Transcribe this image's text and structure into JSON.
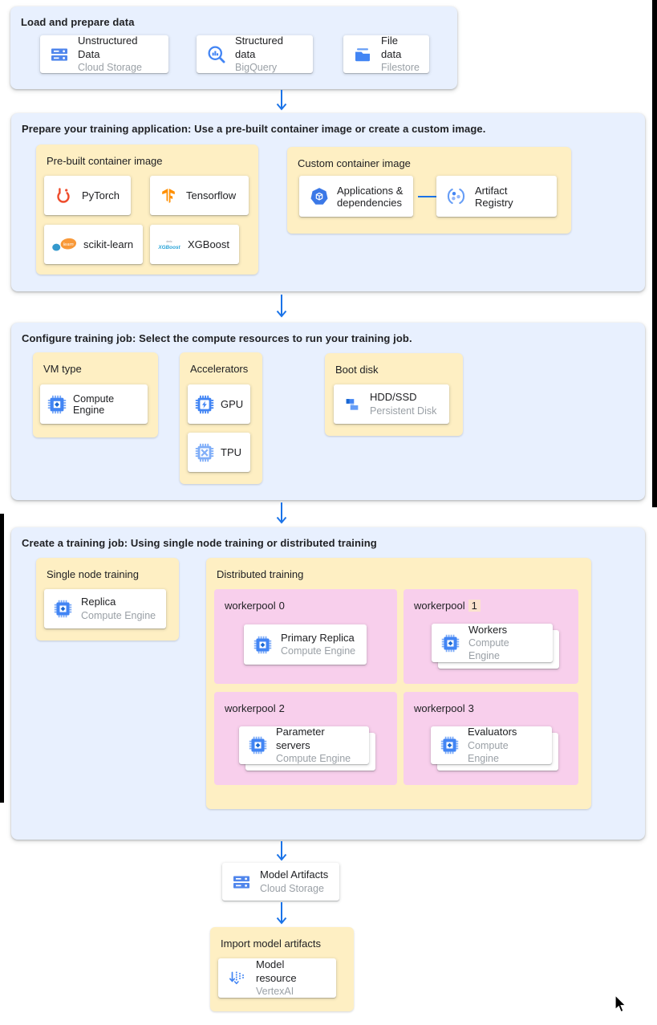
{
  "colors": {
    "section_bg": "#e8f0fe",
    "group_bg": "#feefc3",
    "pool_bg": "#f8cfec",
    "card_bg": "#ffffff",
    "arrow": "#1a73e8",
    "title_text": "#202124",
    "subtitle_text": "#9aa0a6",
    "icon_blue": "#4285f4",
    "icon_blue_dark": "#1967d2",
    "icon_blue_light": "#80aef8",
    "pytorch_orange": "#ee4c2c",
    "tensorflow_orange": "#ff8f00",
    "sklearn_blue": "#3499cd",
    "sklearn_orange": "#f89939",
    "xgboost_blue": "#2aa4d8",
    "number_highlight": "#fbe3cd"
  },
  "load": {
    "title": "Load and prepare data",
    "cards": [
      {
        "title": "Unstructured Data",
        "subtitle": "Cloud Storage",
        "icon": "cloud-storage-icon"
      },
      {
        "title": "Structured data",
        "subtitle": "BigQuery",
        "icon": "bigquery-icon"
      },
      {
        "title": "File data",
        "subtitle": "Filestore",
        "icon": "filestore-icon"
      }
    ]
  },
  "prepare": {
    "title": "Prepare your training application: Use a pre-built container image or create a custom image.",
    "prebuilt": {
      "label": "Pre-built container image",
      "cards": [
        {
          "title": "PyTorch",
          "icon": "pytorch-icon"
        },
        {
          "title": "Tensorflow",
          "icon": "tensorflow-icon"
        },
        {
          "title": "scikit-learn",
          "icon": "scikit-learn-icon"
        },
        {
          "title": "XGBoost",
          "icon": "xgboost-icon"
        }
      ]
    },
    "custom": {
      "label": "Custom container image",
      "source": {
        "title": "Applications & dependencies",
        "icon": "applications-dependencies-icon"
      },
      "target": {
        "title": "Artifact Registry",
        "icon": "artifact-registry-icon"
      }
    }
  },
  "configure": {
    "title": "Configure training job: Select the compute resources to run your training job.",
    "vm": {
      "label": "VM type",
      "card": {
        "title": "Compute Engine",
        "icon": "compute-engine-icon"
      }
    },
    "accelerators": {
      "label": "Accelerators",
      "cards": [
        {
          "title": "GPU",
          "icon": "gpu-icon"
        },
        {
          "title": "TPU",
          "icon": "tpu-icon"
        }
      ]
    },
    "boot": {
      "label": "Boot disk",
      "card": {
        "title": "HDD/SSD",
        "subtitle": "Persistent Disk",
        "icon": "persistent-disk-icon"
      }
    }
  },
  "create": {
    "title": "Create a training job: Using single node training or distributed training",
    "single": {
      "label": "Single node training",
      "card": {
        "title": "Replica",
        "subtitle": "Compute Engine",
        "icon": "compute-engine-icon"
      }
    },
    "distributed": {
      "label": "Distributed training",
      "pools": [
        {
          "label": "workerpool",
          "number": "0",
          "card": {
            "title": "Primary Replica",
            "subtitle": "Compute Engine",
            "icon": "compute-engine-icon"
          }
        },
        {
          "label": "workerpool",
          "number": "1",
          "card": {
            "title": "Workers",
            "subtitle": "Compute Engine",
            "icon": "compute-engine-icon"
          }
        },
        {
          "label": "workerpool",
          "number": "2",
          "card": {
            "title": "Parameter servers",
            "subtitle": "Compute Engine",
            "icon": "compute-engine-icon"
          }
        },
        {
          "label": "workerpool",
          "number": "3",
          "card": {
            "title": "Evaluators",
            "subtitle": "Compute Engine",
            "icon": "compute-engine-icon"
          }
        }
      ]
    }
  },
  "artifacts": {
    "card": {
      "title": "Model Artifacts",
      "subtitle": "Cloud Storage",
      "icon": "cloud-storage-icon"
    }
  },
  "import_model": {
    "label": "Import model artifacts",
    "card": {
      "title": "Model resource",
      "subtitle": "VertexAI",
      "icon": "vertex-ai-model-icon"
    }
  },
  "logos": {
    "sklearn_text": "learn",
    "xgboost_top": "dmlc",
    "xgboost_text": "XGBoost"
  }
}
